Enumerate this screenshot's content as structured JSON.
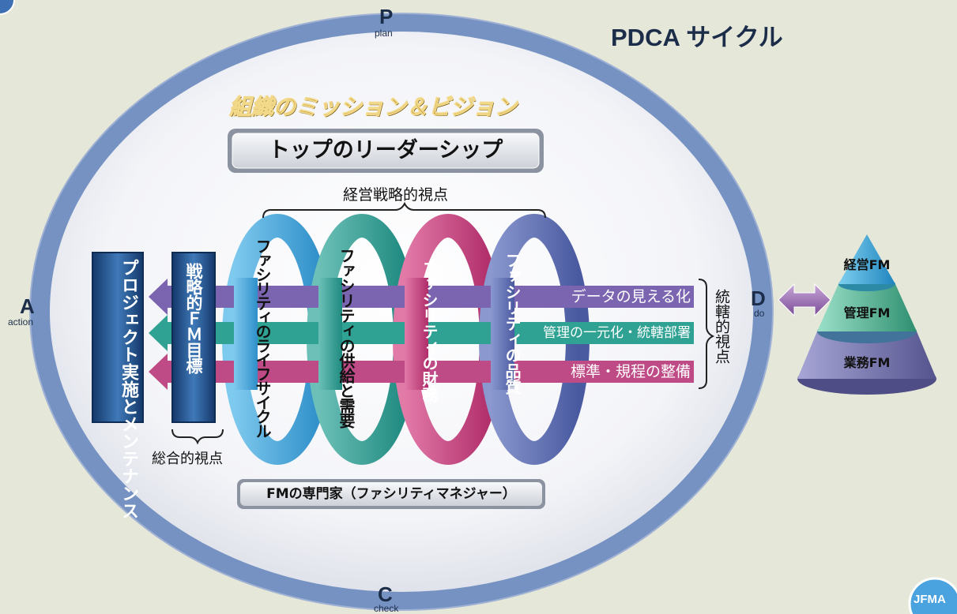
{
  "title": "PDCA サイクル",
  "mission_vision": "組織のミッション＆ビジョン",
  "leadership": "トップのリーダーシップ",
  "strategic_view": "経営戦略的視点",
  "comprehensive_view": "総合的視点",
  "overall_view": "統轄的視点",
  "fm_professional": "FMの専門家（ファシリティマネジャー）",
  "cycle": {
    "plan": {
      "letter": "P",
      "word": "plan"
    },
    "do": {
      "letter": "D",
      "word": "do"
    },
    "check": {
      "letter": "C",
      "word": "check"
    },
    "action": {
      "letter": "A",
      "word": "action"
    }
  },
  "left_boxes": {
    "project": "プロジェクト実施とメンテナンス",
    "strategic_fm": "戦略的ＦＭ目標"
  },
  "rings": [
    {
      "label": "ファシリティのライフサイクル",
      "color": "#41a9d8"
    },
    {
      "label": "ファシリティの供給と需要",
      "color": "#2f9e95"
    },
    {
      "label": "ファシリティの財務",
      "color": "#c83f7d"
    },
    {
      "label": "ファシリティの品質",
      "color": "#5b6eb0"
    }
  ],
  "arrows": [
    {
      "label": "データの見える化",
      "color": "#7b64b0"
    },
    {
      "label": "管理の一元化・統轄部署",
      "color": "#2fa294"
    },
    {
      "label": "標準・規程の整備",
      "color": "#bf4b86"
    }
  ],
  "pyramid": {
    "levels": [
      "経営FM",
      "管理FM",
      "業務FM"
    ],
    "colors": [
      "#3aa9d4",
      "#4ba890",
      "#6c6bab"
    ]
  },
  "logo": "JFMA"
}
